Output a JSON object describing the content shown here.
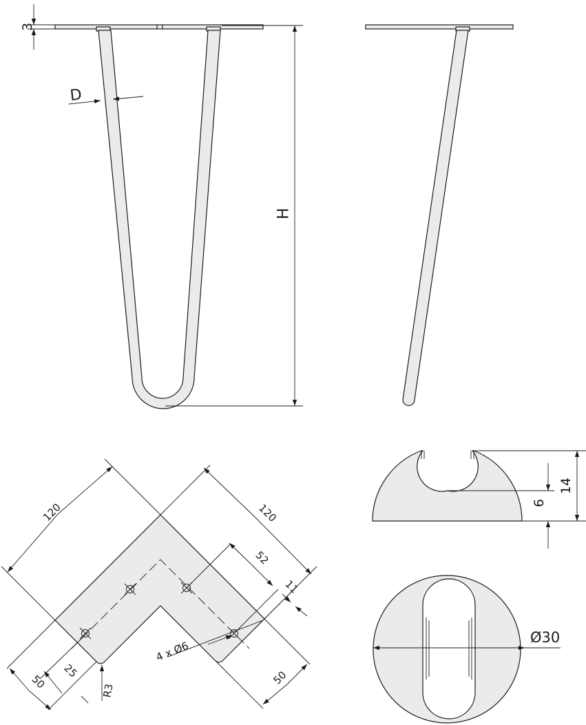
{
  "dimensions": {
    "plate_thickness": "3",
    "rod_diameter": "D",
    "height": "H",
    "leg_spacing_left": "120",
    "leg_spacing_right": "120",
    "hole_spacing": "52",
    "hole_edge_offset": "11",
    "arm_width_left": "50",
    "hole_inset_left": "25",
    "corner_radius": "R3",
    "arm_width_right": "50",
    "holes": "4 x Ø6",
    "cap_height": "14",
    "cap_socket_height": "6",
    "cap_diameter": "Ø30"
  },
  "colors": {
    "part_fill": "#ebebeb",
    "line": "#1a1a1a"
  }
}
